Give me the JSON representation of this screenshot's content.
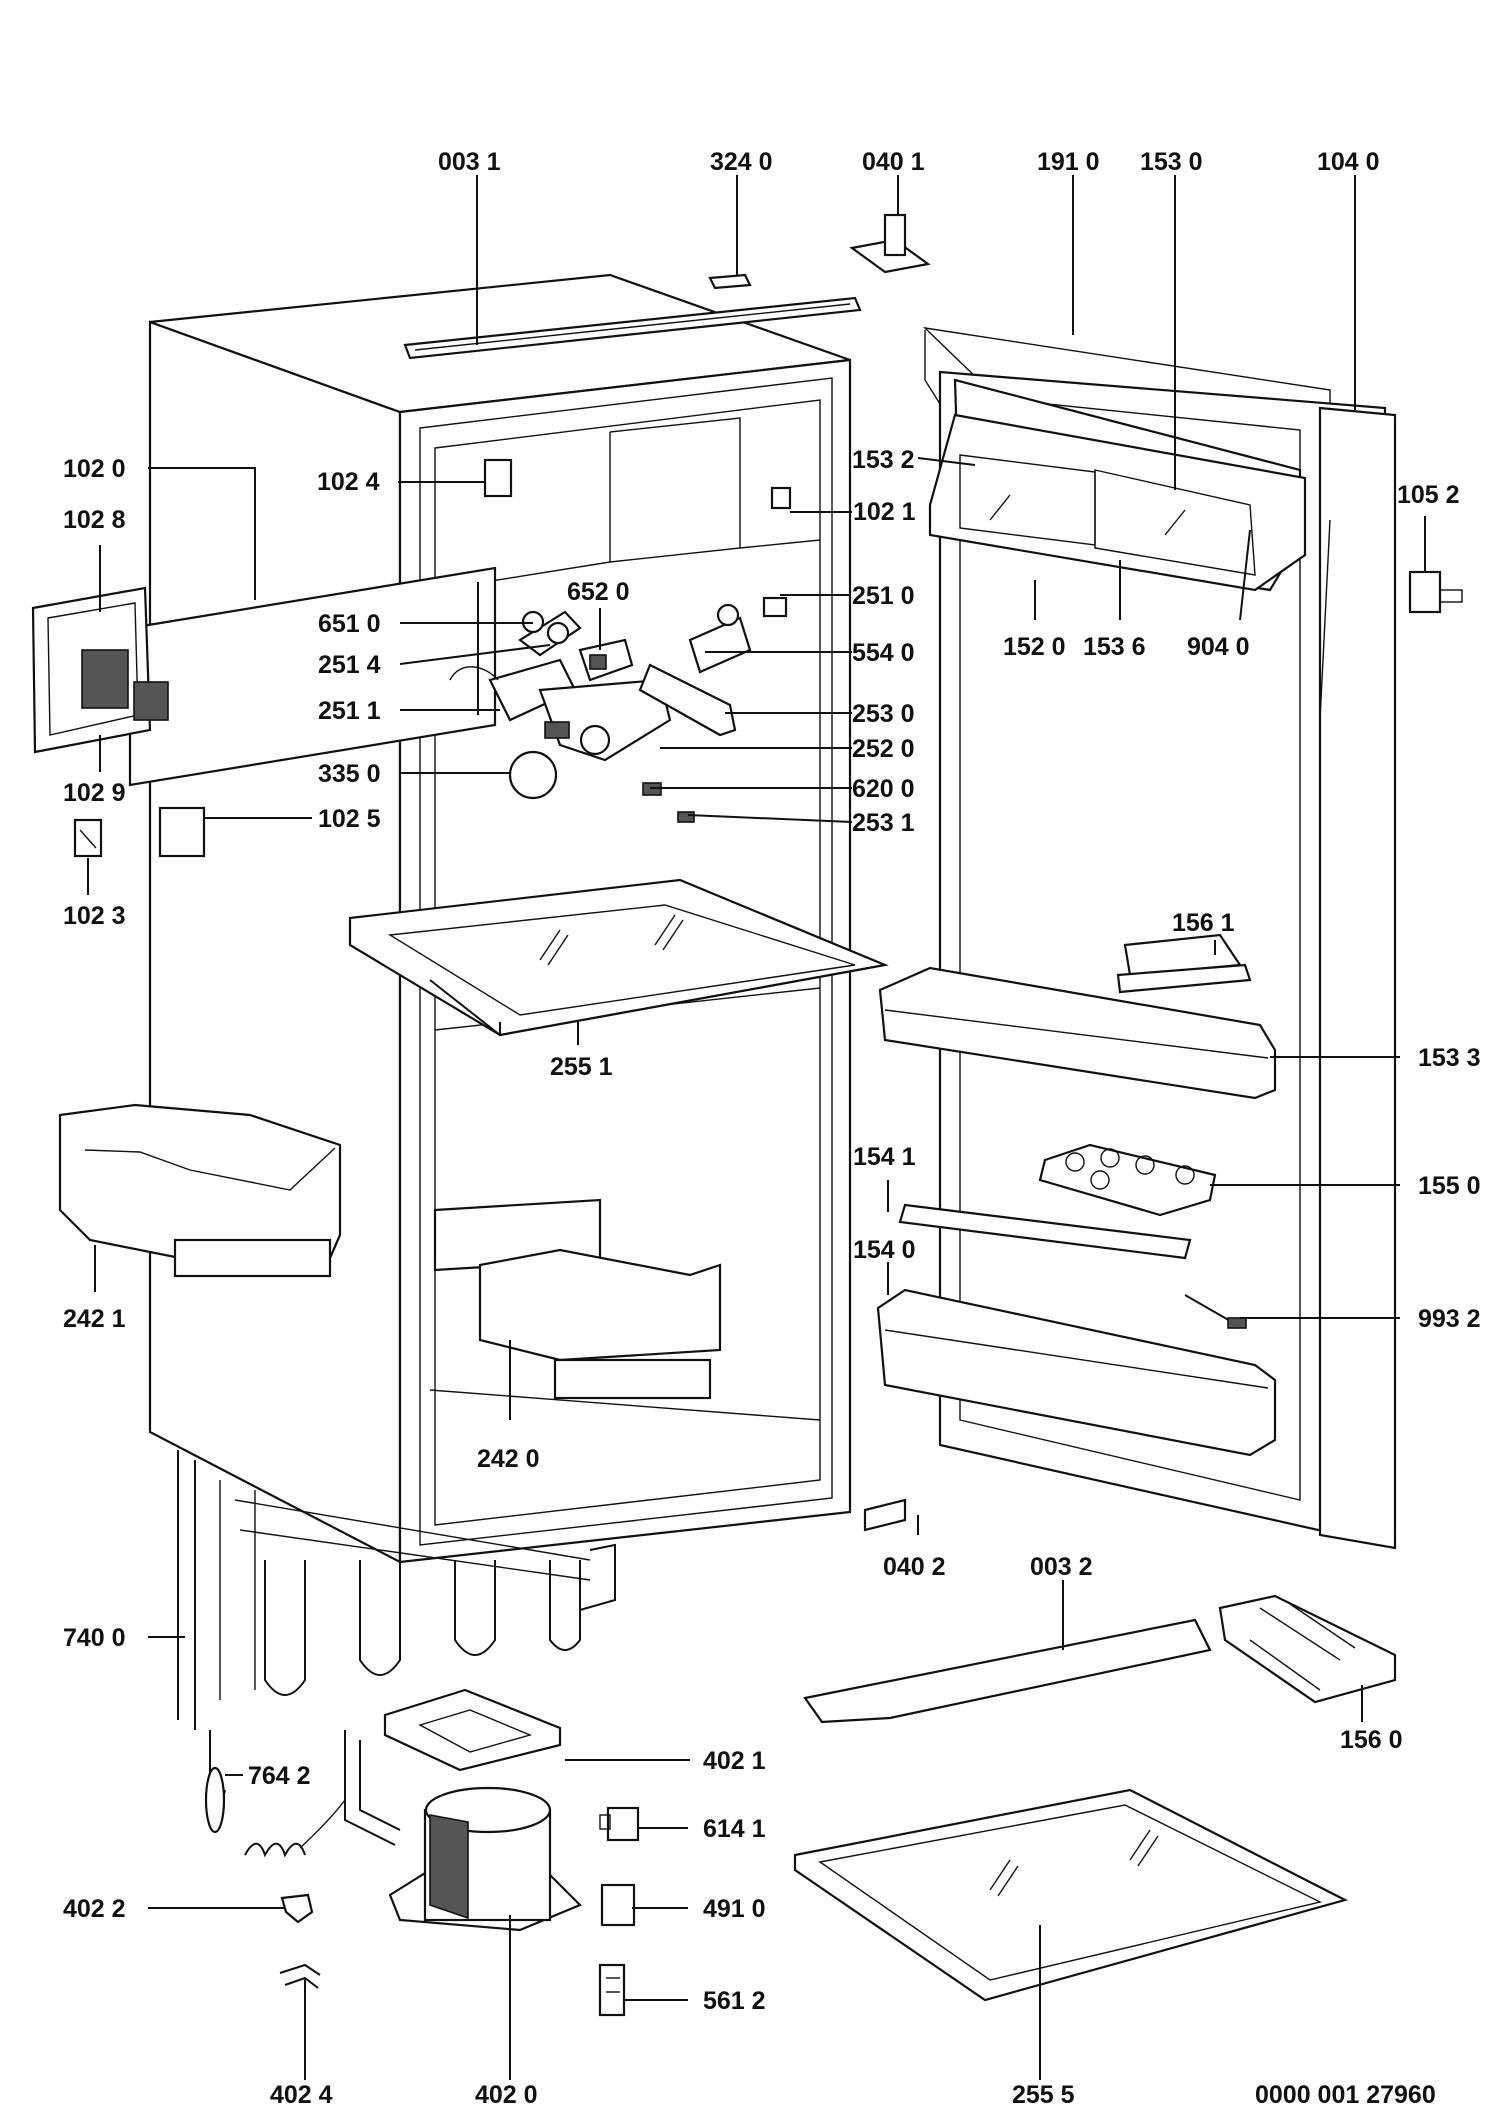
{
  "diagram": {
    "drawing_number": "0000 001 27960",
    "labels": {
      "l0031": "003 1",
      "l3240": "324 0",
      "l0401": "040 1",
      "l1910": "191 0",
      "l1530": "153 0",
      "l1040": "104 0",
      "l1020": "102 0",
      "l1028": "102 8",
      "l1024": "102 4",
      "l1021": "102 1",
      "l1532": "153 2",
      "l1052": "105 2",
      "l6520": "652 0",
      "l2510": "251 0",
      "l6510": "651 0",
      "l1520": "152 0",
      "l1536": "153 6",
      "l9040": "904 0",
      "l2514": "251 4",
      "l5540": "554 0",
      "l2511": "251 1",
      "l2530": "253 0",
      "l2520": "252 0",
      "l3350": "335 0",
      "l6200": "620 0",
      "l1029": "102 9",
      "l2531": "253 1",
      "l1025": "102 5",
      "l1023": "102 3",
      "l1561": "156 1",
      "l2551": "255 1",
      "l1533": "153 3",
      "l1541": "154 1",
      "l1550": "155 0",
      "l1540": "154 0",
      "l2421": "242 1",
      "l9932": "993 2",
      "l2420": "242 0",
      "l0402": "040 2",
      "l0032": "003 2",
      "l7400": "740 0",
      "l1560": "156 0",
      "l4021": "402 1",
      "l7642": "764 2",
      "l6141": "614 1",
      "l4022": "402 2",
      "l4910": "491 0",
      "l5612": "561 2",
      "l4024": "402 4",
      "l4020": "402 0",
      "l2555": "255 5"
    }
  }
}
